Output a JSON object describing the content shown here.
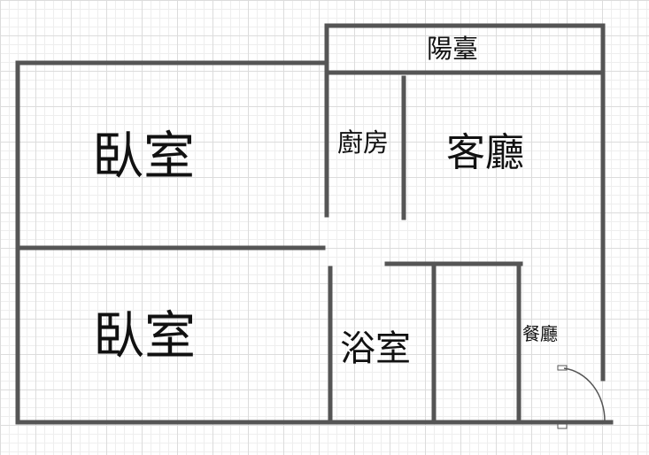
{
  "rooms": {
    "balcony": "陽臺",
    "bedroom_top": "臥室",
    "bedroom_bottom": "臥室",
    "kitchen": "廚房",
    "living_room": "客廳",
    "bathroom": "浴室",
    "dining_room": "餐廳"
  },
  "colors": {
    "wall": "#555555",
    "grid_major": "#dcdcdc",
    "grid_minor": "#eeeeee",
    "text": "#111111"
  }
}
